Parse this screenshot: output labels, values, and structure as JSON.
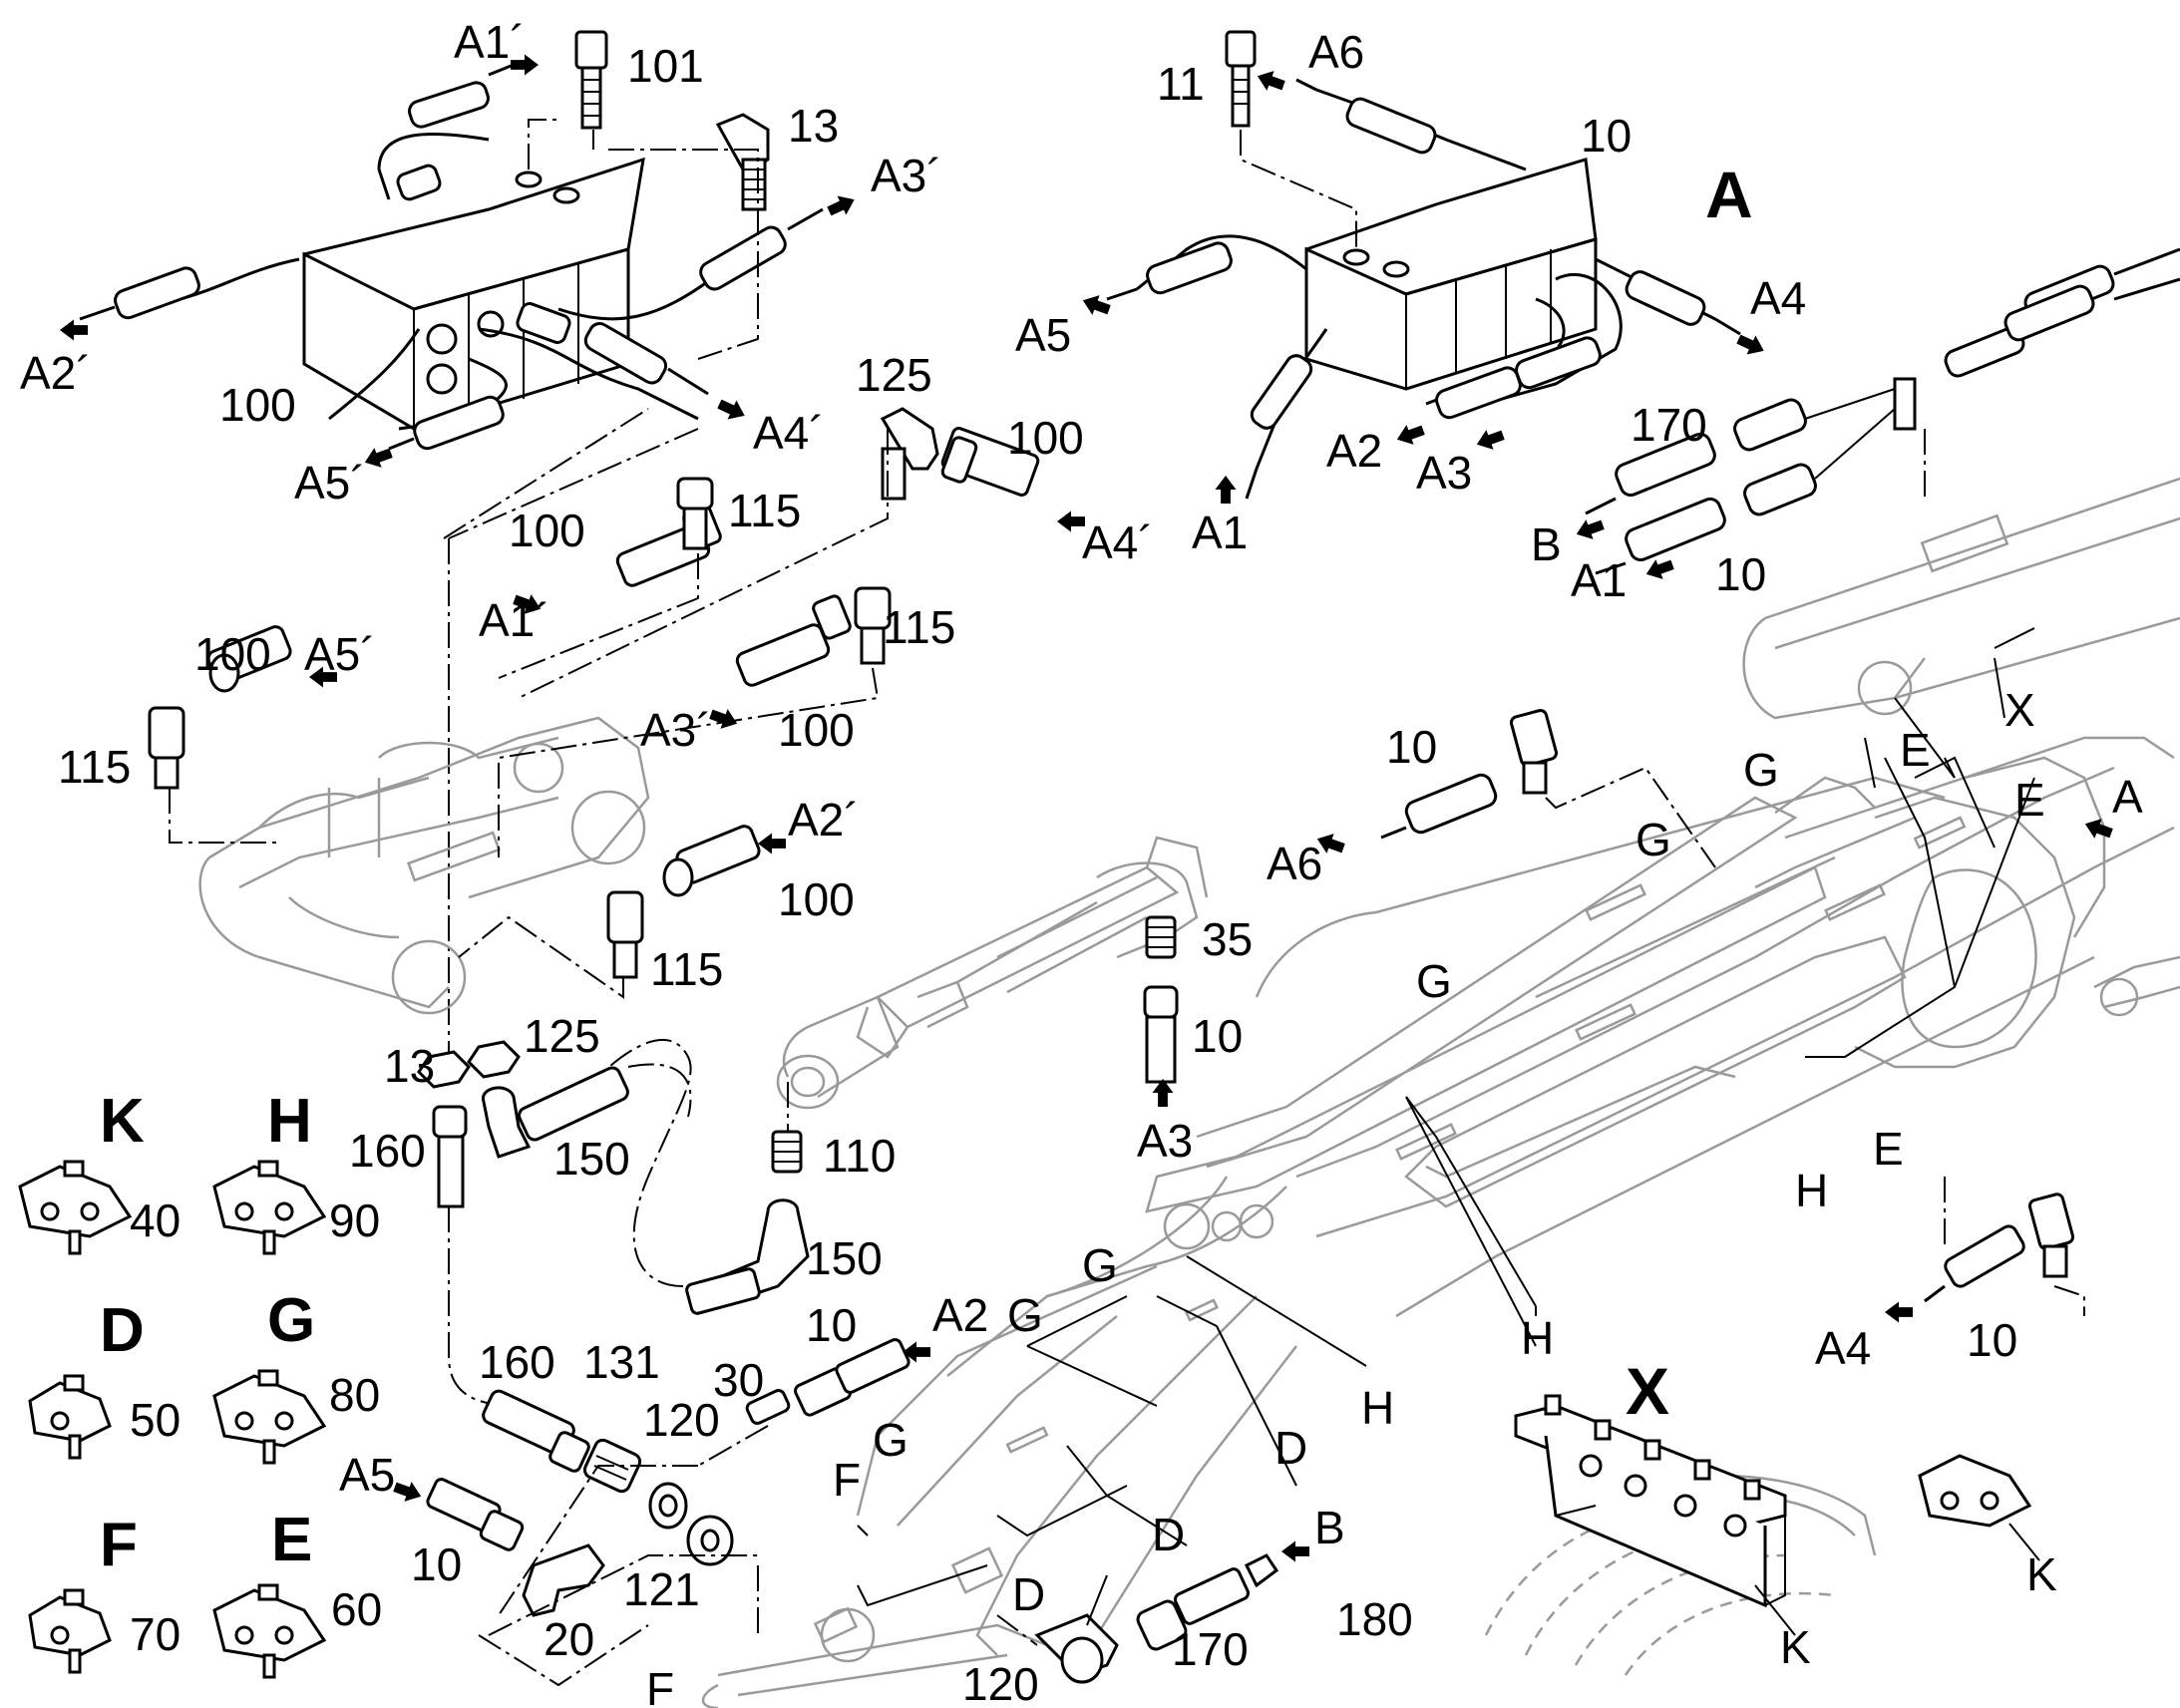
{
  "diagram": {
    "views": {
      "main": "A",
      "detail": "X"
    },
    "arrow_labels": [
      "A1´",
      "A2´",
      "A3´",
      "A4´",
      "A5´",
      "A1",
      "A2",
      "A3",
      "A4",
      "A5",
      "A6",
      "B"
    ],
    "part_numbers": [
      "10",
      "11",
      "13",
      "20",
      "30",
      "35",
      "40",
      "50",
      "60",
      "70",
      "80",
      "90",
      "100",
      "101",
      "110",
      "115",
      "120",
      "121",
      "125",
      "131",
      "150",
      "160",
      "170",
      "180"
    ],
    "clamp_legend": [
      {
        "letter": "K",
        "number": "40"
      },
      {
        "letter": "H",
        "number": "90"
      },
      {
        "letter": "D",
        "number": "50"
      },
      {
        "letter": "G",
        "number": "80"
      },
      {
        "letter": "F",
        "number": "70"
      },
      {
        "letter": "E",
        "number": "60"
      }
    ],
    "callouts": {
      "a1p": "A1´",
      "a2p": "A2´",
      "a3p": "A3´",
      "a4p": "A4´",
      "a5p": "A5´",
      "a1p_b": "A1´",
      "a2p_b": "A2´",
      "a3p_b": "A3´",
      "a4p_b": "A4´",
      "a5p_b": "A5´",
      "a1": "A1",
      "a2": "A2",
      "a3": "A3",
      "a4": "A4",
      "a5": "A5",
      "a6": "A6",
      "a1_b": "A1",
      "a2_b": "A2",
      "a3_b": "A3",
      "a4_b": "A4",
      "a5_b": "A5",
      "a6_b": "A6",
      "b": "B",
      "b_b": "B",
      "view_a_arrow": "A",
      "n101": "101",
      "n13": "13",
      "n100": "100",
      "n11": "11",
      "n10": "10",
      "n170": "170",
      "n10b": "10",
      "n125": "125",
      "n100b": "100",
      "n100c": "100",
      "n115": "115",
      "n100d": "100",
      "n115b": "115",
      "n100e": "100",
      "n115c": "115",
      "n100f": "100",
      "n115d": "115",
      "n10c": "10",
      "n35": "35",
      "n10d": "10",
      "n13b": "13",
      "n125b": "125",
      "n160": "160",
      "n150": "150",
      "n110": "110",
      "n150b": "150",
      "n160b": "160",
      "n131": "131",
      "n120": "120",
      "n30": "30",
      "n10e": "10",
      "n10f": "10",
      "n20": "20",
      "n121": "121",
      "n120b": "120",
      "n170b": "170",
      "n180": "180",
      "n10g": "10",
      "g1": "G",
      "g2": "G",
      "g3": "G",
      "g4": "G",
      "g5": "G",
      "g6": "G",
      "e1": "E",
      "e2": "E",
      "e3": "E",
      "h1": "H",
      "h2": "H",
      "h3": "H",
      "d1": "D",
      "d2": "D",
      "d3": "D",
      "f1": "F",
      "f2": "F",
      "x1": "X",
      "k1": "K",
      "k2": "K"
    }
  }
}
